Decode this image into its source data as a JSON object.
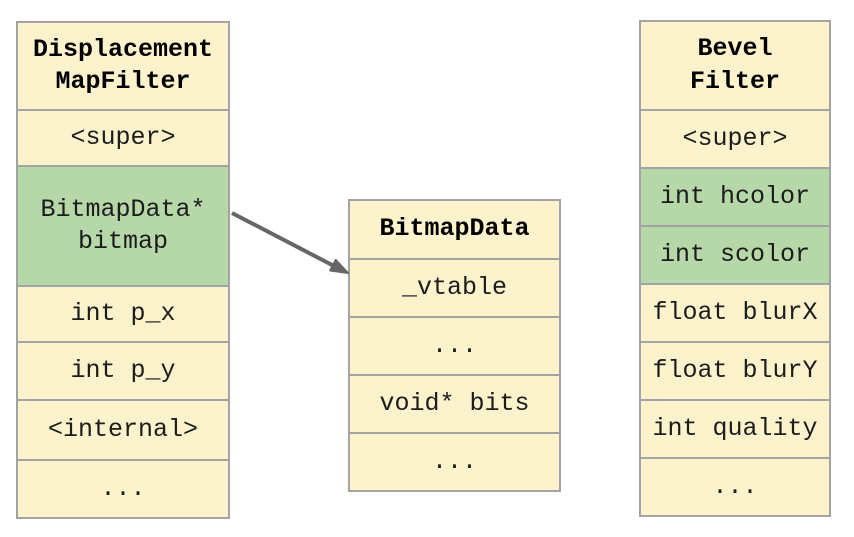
{
  "colors": {
    "cell_background": "#FCF2CC",
    "highlight_background": "#B6D7A8",
    "border": "#A3A3A3",
    "arrow": "#666666",
    "text": "#1C1C1C"
  },
  "tables": {
    "displacement_map_filter": {
      "title": "Displacement\nMapFilter",
      "rows": [
        {
          "label": "<super>",
          "highlight": false
        },
        {
          "label": "BitmapData*\nbitmap",
          "highlight": true
        },
        {
          "label": "int p_x",
          "highlight": false
        },
        {
          "label": "int p_y",
          "highlight": false
        },
        {
          "label": "<internal>",
          "highlight": false
        },
        {
          "label": "...",
          "highlight": false
        }
      ]
    },
    "bitmap_data": {
      "title": "BitmapData",
      "rows": [
        {
          "label": "_vtable",
          "highlight": false
        },
        {
          "label": "...",
          "highlight": false
        },
        {
          "label": "void* bits",
          "highlight": false
        },
        {
          "label": "...",
          "highlight": false
        }
      ]
    },
    "bevel_filter": {
      "title": "Bevel\nFilter",
      "rows": [
        {
          "label": "<super>",
          "highlight": false
        },
        {
          "label": "int hcolor",
          "highlight": true
        },
        {
          "label": "int scolor",
          "highlight": true
        },
        {
          "label": "float blurX",
          "highlight": false
        },
        {
          "label": "float blurY",
          "highlight": false
        },
        {
          "label": "int quality",
          "highlight": false
        },
        {
          "label": "...",
          "highlight": false
        }
      ]
    }
  },
  "arrow": {
    "from": "DisplacementMapFilter.bitmap",
    "to": "BitmapData",
    "color": "#666666"
  }
}
